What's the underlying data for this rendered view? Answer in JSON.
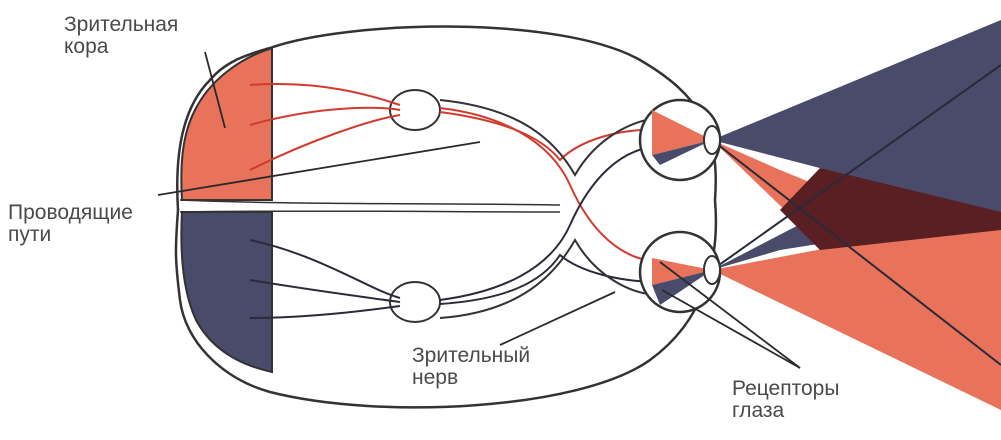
{
  "labels": {
    "visual_cortex": "Зрительная\nкора",
    "pathways": "Проводящие\nпути",
    "optic_nerve": "Зрительный\nнерв",
    "receptors": "Рецепторы\nглаза"
  },
  "colors": {
    "right_field": "#e8735a",
    "left_field": "#4a4a6a",
    "overlap": "#5a1f22",
    "outline": "#333333",
    "red_fiber": "#d23a2e",
    "dark_fiber": "#2a2a3a"
  }
}
